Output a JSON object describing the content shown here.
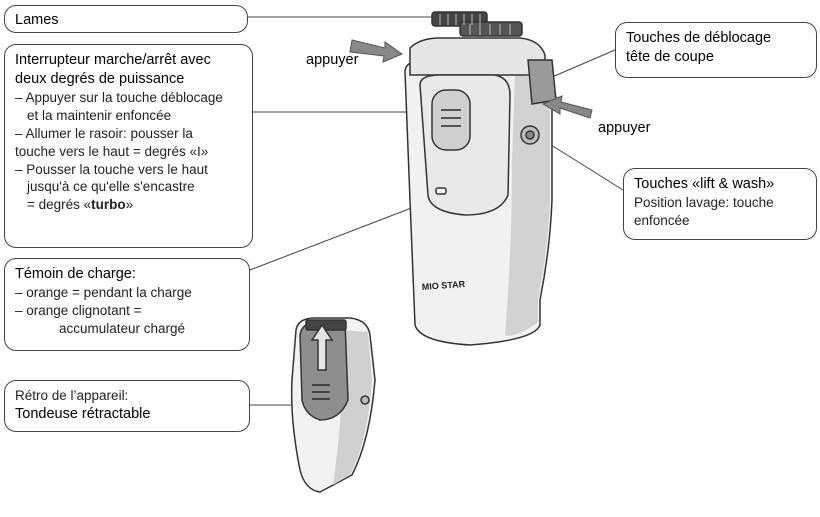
{
  "callouts": {
    "lames": {
      "title": "Lames"
    },
    "interrupteur": {
      "title_line1": "Interrupteur marche/arrêt avec",
      "title_line2": "deux degrés de puissance",
      "line1a": "– Appuyer sur la touche déblocage",
      "line1b": "et la maintenir enfoncée",
      "line2a": "– Allumer le rasoir: pousser la",
      "line2b": "touche vers le haut = degrés «I»",
      "line3a": "– Pousser la touche vers le haut",
      "line3b": "jusqu'à ce qu'elle s'encastre",
      "line3c_pre": "= degrés «",
      "line3c_bold": "turbo",
      "line3c_post": "»"
    },
    "temoin": {
      "title": "Témoin de charge:",
      "line1": "–      orange = pendant la charge",
      "line2": "–      orange clignotant =",
      "line3": "accumulateur chargé"
    },
    "retro": {
      "line1": "Rétro de l’appareil:",
      "line2": "Tondeuse rétractable"
    },
    "deblocage": {
      "line1": "Touches de déblocage",
      "line2": "tête de coupe"
    },
    "lift_wash": {
      "title": "Touches «lift & wash»",
      "line1": "Position lavage: touche",
      "line2": "enfoncée"
    }
  },
  "labels": {
    "appuyer_left": "appuyer",
    "appuyer_right": "appuyer"
  },
  "brand": "MIO STAR"
}
